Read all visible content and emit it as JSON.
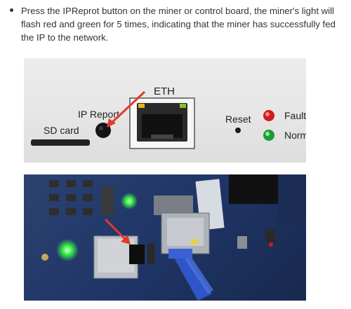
{
  "instruction": {
    "text": "Press the IPReprot button on the miner or control board, the miner's light will flash red and green for 5 times, indicating that the miner has successfully fed the IP to the network."
  },
  "panel_photo": {
    "labels": {
      "eth": "ETH",
      "ip_report": "IP  Report",
      "sd_card": "SD card",
      "reset": "Reset",
      "fault": "Fault",
      "normal": "Norm"
    },
    "colors": {
      "fault_led": "#d11b1b",
      "normal_led": "#1f9a35",
      "arrow": "#e23a2a"
    }
  },
  "board_photo": {
    "colors": {
      "pcb": "#233a6b",
      "green_led": "#34ff3a",
      "cable": "#2f56c8",
      "arrow": "#e23a2a"
    }
  }
}
